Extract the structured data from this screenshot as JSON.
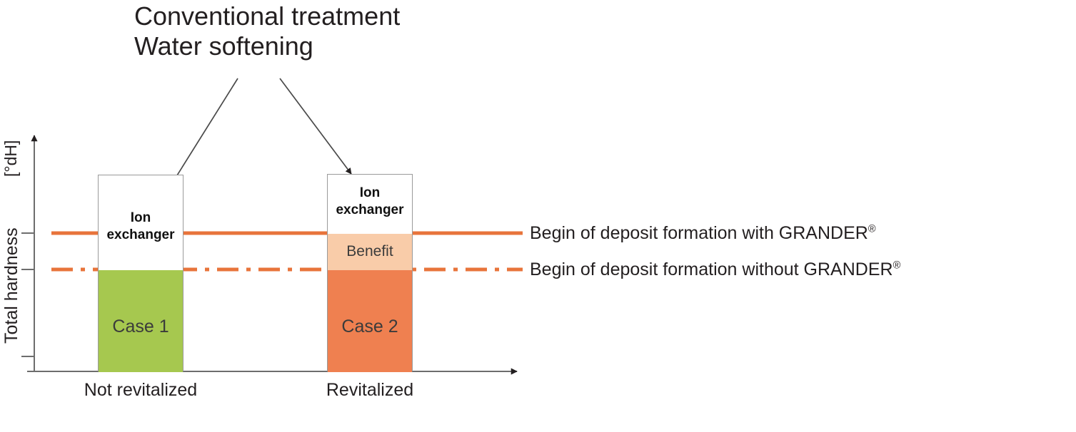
{
  "title": {
    "line1": "Conventional treatment",
    "line2": "Water softening"
  },
  "axes": {
    "y_unit": "[°dH]",
    "y_title": "Total hardness",
    "x_ticks": [
      "Not revitalized",
      "Revitalized"
    ]
  },
  "bars": [
    {
      "id": "case-1",
      "x_tick": "Not revitalized",
      "segments": [
        {
          "name": "ion-exchanger",
          "label_line1": "Ion",
          "label_line2": "exchanger",
          "color": "#ffffff"
        },
        {
          "name": "case",
          "label": "Case 1",
          "color": "#a6c84f"
        }
      ]
    },
    {
      "id": "case-2",
      "x_tick": "Revitalized",
      "segments": [
        {
          "name": "ion-exchanger",
          "label_line1": "Ion",
          "label_line2": "exchanger",
          "color": "#ffffff"
        },
        {
          "name": "benefit",
          "label": "Benefit",
          "color": "#f9cca9"
        },
        {
          "name": "case",
          "label": "Case 2",
          "color": "#ef8050"
        }
      ]
    }
  ],
  "legend": [
    {
      "name": "with-grander",
      "text": "Begin of deposit formation with GRANDER",
      "mark": "®",
      "style": "solid"
    },
    {
      "name": "without-grander",
      "text": "Begin of deposit formation without GRANDER",
      "mark": "®",
      "style": "dash-dot"
    }
  ],
  "colors": {
    "green": "#a6c84f",
    "orange": "#ef8050",
    "benefit": "#f9cca9",
    "line_orange": "#e8743b",
    "axis": "#6d6d6d",
    "text": "#231f20"
  },
  "chart_data": {
    "type": "bar",
    "title": "Conventional treatment / Water softening",
    "xlabel": "",
    "ylabel": "Total hardness [°dH]",
    "categories": [
      "Not revitalized",
      "Revitalized"
    ],
    "grid": false,
    "legend_position": "right",
    "reference_lines": [
      {
        "label": "Begin of deposit formation with GRANDER®",
        "style": "solid",
        "value": 69
      },
      {
        "label": "Begin of deposit formation without GRANDER®",
        "style": "dash-dot",
        "value": 51
      }
    ],
    "series": [
      {
        "name": "Case 1",
        "values": [
          51,
          null
        ],
        "color": "#a6c84f"
      },
      {
        "name": "Case 2",
        "values": [
          null,
          69
        ],
        "color": "#ef8050"
      },
      {
        "name": "Benefit",
        "values": [
          null,
          18
        ],
        "color": "#f9cca9"
      },
      {
        "name": "Ion exchanger",
        "values": [
          49,
          31
        ],
        "color": "#ffffff"
      }
    ],
    "ylim": [
      0,
      100
    ],
    "notes": "Both bars reach total hardness 100 (bar top). Case 1 untreated portion stops at the lower (without GRANDER) threshold; Case 2 extends up to the upper (with GRANDER) threshold, the difference being the Benefit band."
  }
}
